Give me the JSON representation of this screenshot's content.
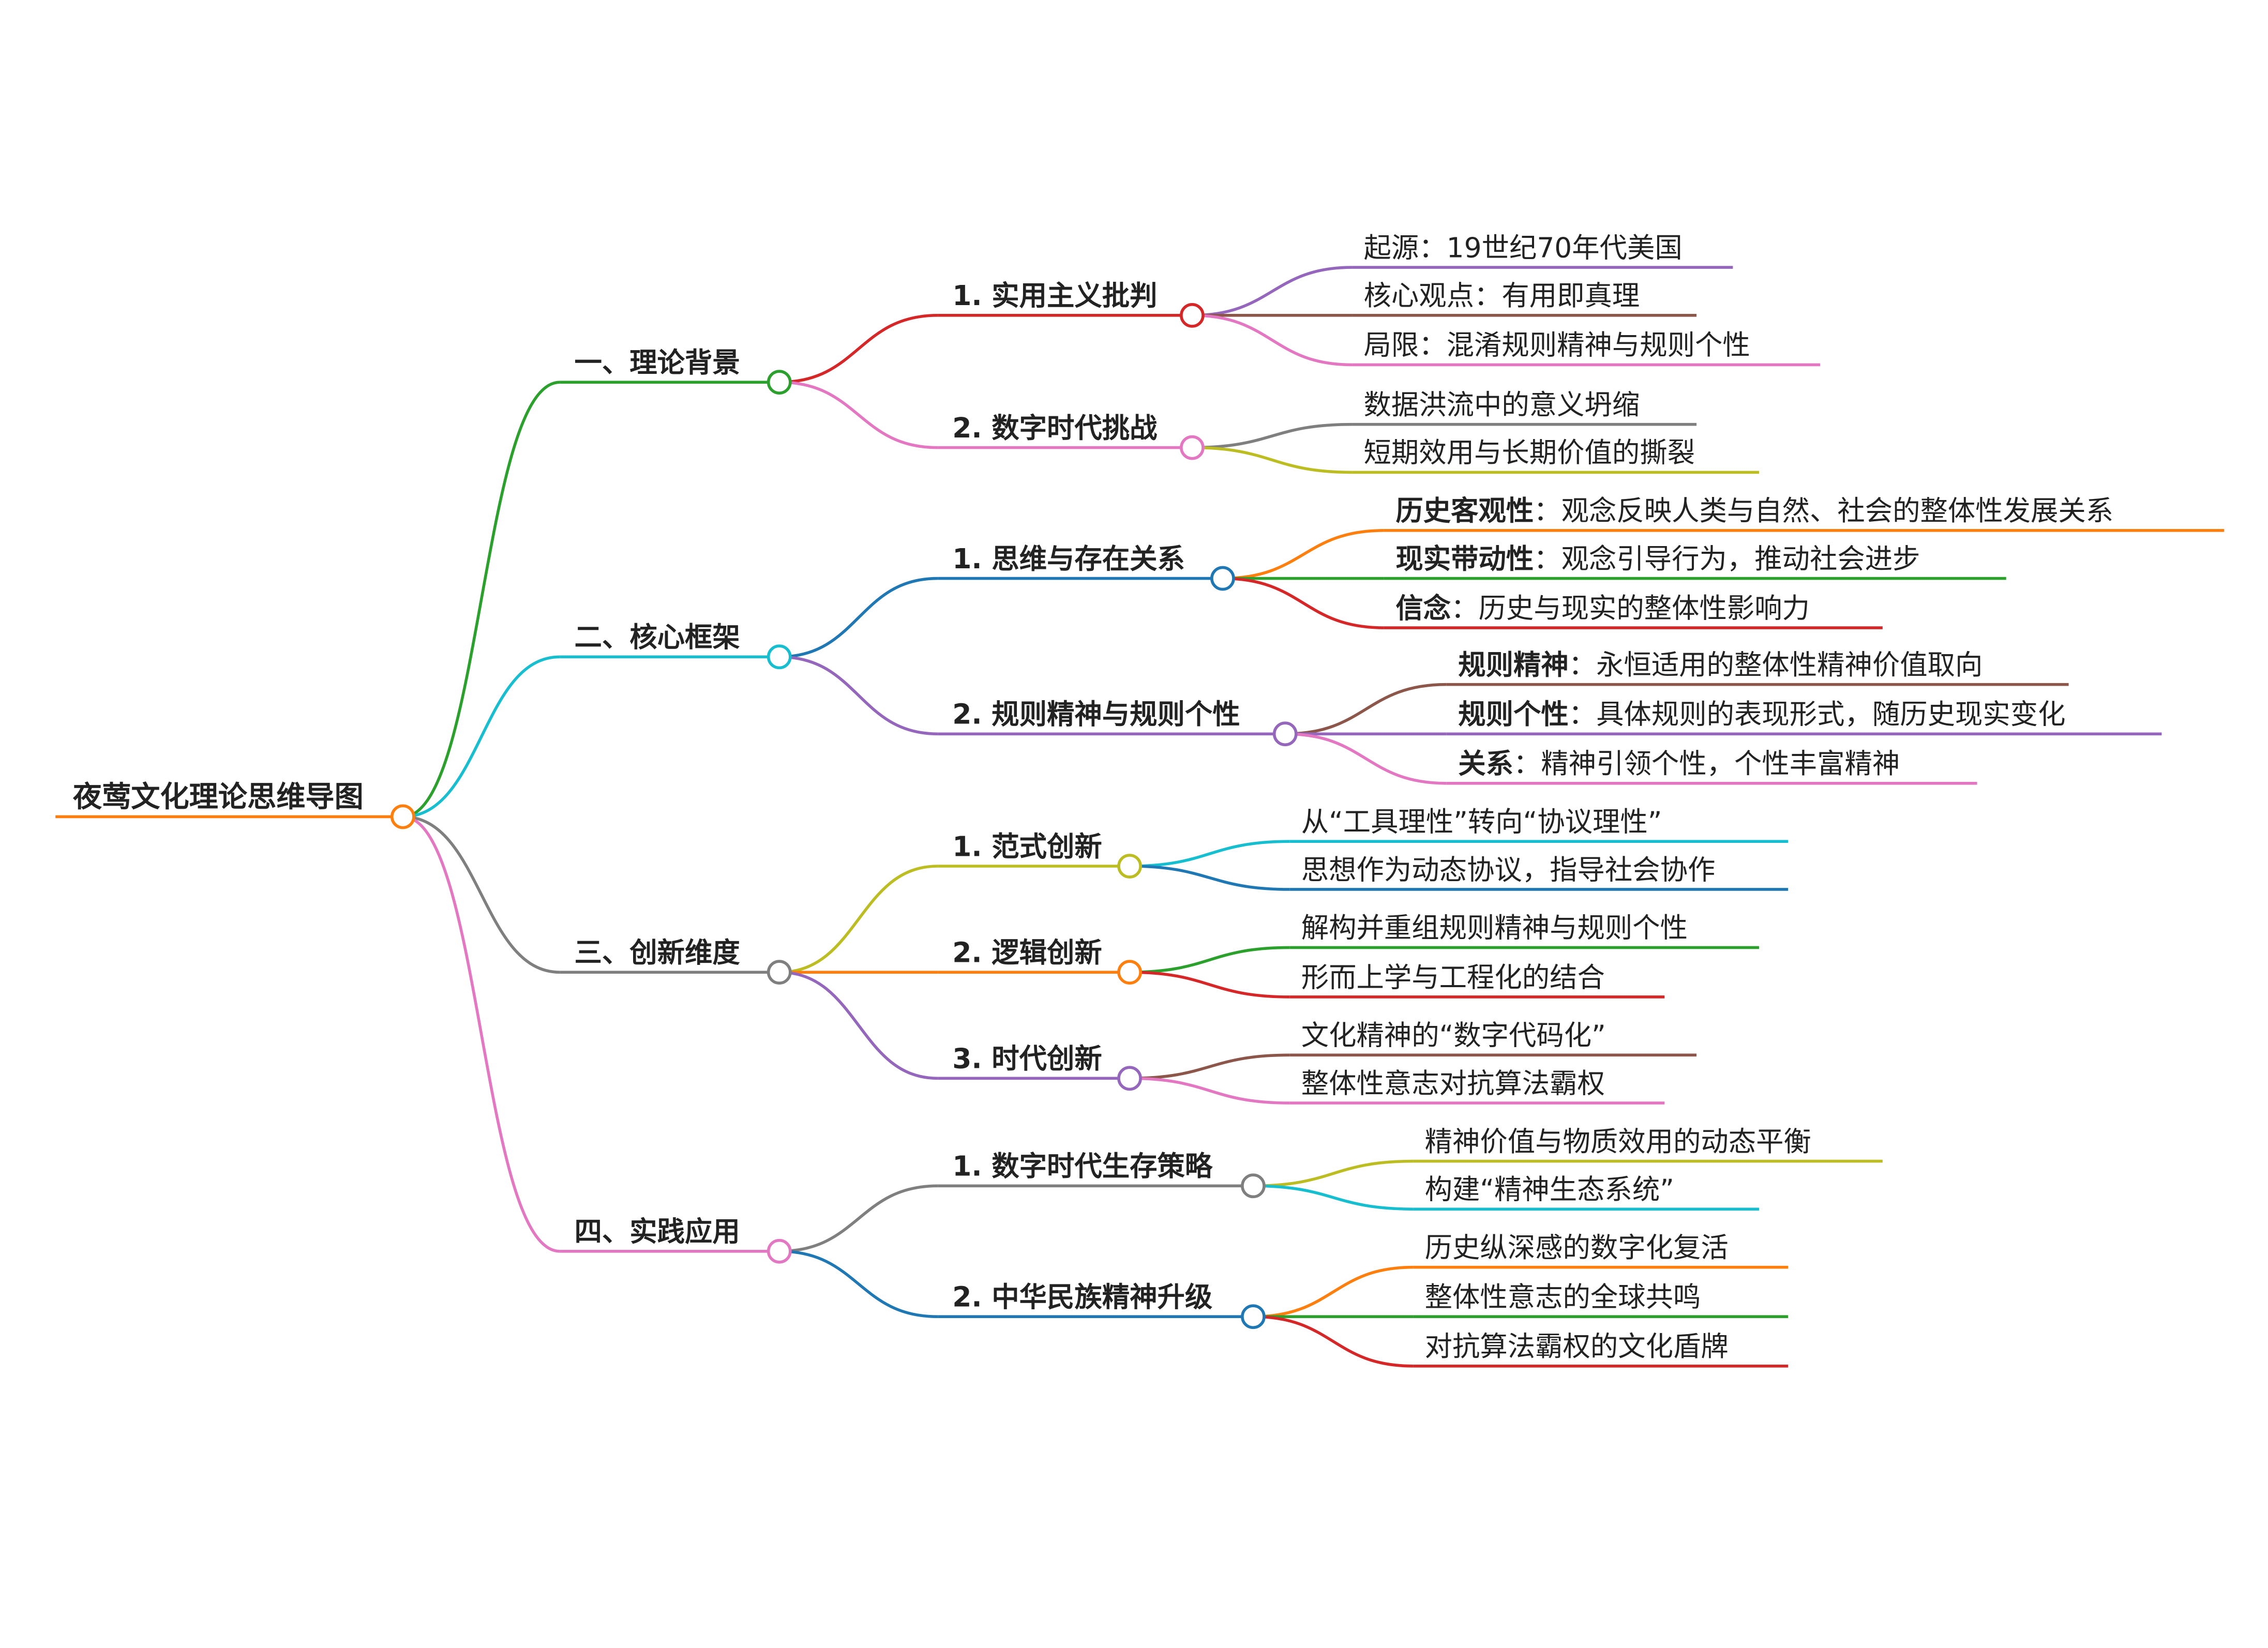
{
  "root": {
    "label": "夜莺文化理论思维导图",
    "color": "#ff7f0e"
  },
  "branches": [
    {
      "label": "一、理论背景",
      "color": "#2ca02c",
      "children": [
        {
          "label": "1. 实用主义批判",
          "color": "#d62728",
          "leaves": [
            {
              "bold": "",
              "text": "起源：19世纪70年代美国",
              "color": "#9467bd"
            },
            {
              "bold": "",
              "text": "核心观点：有用即真理",
              "color": "#8c564b"
            },
            {
              "bold": "",
              "text": "局限：混淆规则精神与规则个性",
              "color": "#e377c2"
            }
          ]
        },
        {
          "label": "2. 数字时代挑战",
          "color": "#e377c2",
          "leaves": [
            {
              "bold": "",
              "text": "数据洪流中的意义坍缩",
              "color": "#7f7f7f"
            },
            {
              "bold": "",
              "text": "短期效用与长期价值的撕裂",
              "color": "#bcbd22"
            }
          ]
        }
      ]
    },
    {
      "label": "二、核心框架",
      "color": "#17becf",
      "children": [
        {
          "label": "1. 思维与存在关系",
          "color": "#1f77b4",
          "leaves": [
            {
              "bold": "历史客观性",
              "text": "：观念反映人类与自然、社会的整体性发展关系",
              "color": "#ff7f0e"
            },
            {
              "bold": "现实带动性",
              "text": "：观念引导行为，推动社会进步",
              "color": "#2ca02c"
            },
            {
              "bold": "信念",
              "text": "：历史与现实的整体性影响力",
              "color": "#d62728"
            }
          ]
        },
        {
          "label": "2. 规则精神与规则个性",
          "color": "#9467bd",
          "leaves": [
            {
              "bold": "规则精神",
              "text": "：永恒适用的整体性精神价值取向",
              "color": "#8c564b"
            },
            {
              "bold": "规则个性",
              "text": "：具体规则的表现形式，随历史现实变化",
              "color": "#9467bd"
            },
            {
              "bold": "关系",
              "text": "：精神引领个性，个性丰富精神",
              "color": "#e377c2"
            }
          ]
        }
      ]
    },
    {
      "label": "三、创新维度",
      "color": "#7f7f7f",
      "children": [
        {
          "label": "1. 范式创新",
          "color": "#bcbd22",
          "leaves": [
            {
              "bold": "",
              "text": "从“工具理性”转向“协议理性”",
              "color": "#17becf"
            },
            {
              "bold": "",
              "text": "思想作为动态协议，指导社会协作",
              "color": "#1f77b4"
            }
          ]
        },
        {
          "label": "2. 逻辑创新",
          "color": "#ff7f0e",
          "leaves": [
            {
              "bold": "",
              "text": "解构并重组规则精神与规则个性",
              "color": "#2ca02c"
            },
            {
              "bold": "",
              "text": "形而上学与工程化的结合",
              "color": "#d62728"
            }
          ]
        },
        {
          "label": "3. 时代创新",
          "color": "#9467bd",
          "leaves": [
            {
              "bold": "",
              "text": "文化精神的“数字代码化”",
              "color": "#8c564b"
            },
            {
              "bold": "",
              "text": "整体性意志对抗算法霸权",
              "color": "#e377c2"
            }
          ]
        }
      ]
    },
    {
      "label": "四、实践应用",
      "color": "#e377c2",
      "children": [
        {
          "label": "1. 数字时代生存策略",
          "color": "#7f7f7f",
          "leaves": [
            {
              "bold": "",
              "text": "精神价值与物质效用的动态平衡",
              "color": "#bcbd22"
            },
            {
              "bold": "",
              "text": "构建“精神生态系统”",
              "color": "#17becf"
            }
          ]
        },
        {
          "label": "2. 中华民族精神升级",
          "color": "#1f77b4",
          "leaves": [
            {
              "bold": "",
              "text": "历史纵深感的数字化复活",
              "color": "#ff7f0e"
            },
            {
              "bold": "",
              "text": "整体性意志的全球共鸣",
              "color": "#2ca02c"
            },
            {
              "bold": "",
              "text": "对抗算法霸权的文化盾牌",
              "color": "#d62728"
            }
          ]
        }
      ]
    }
  ]
}
